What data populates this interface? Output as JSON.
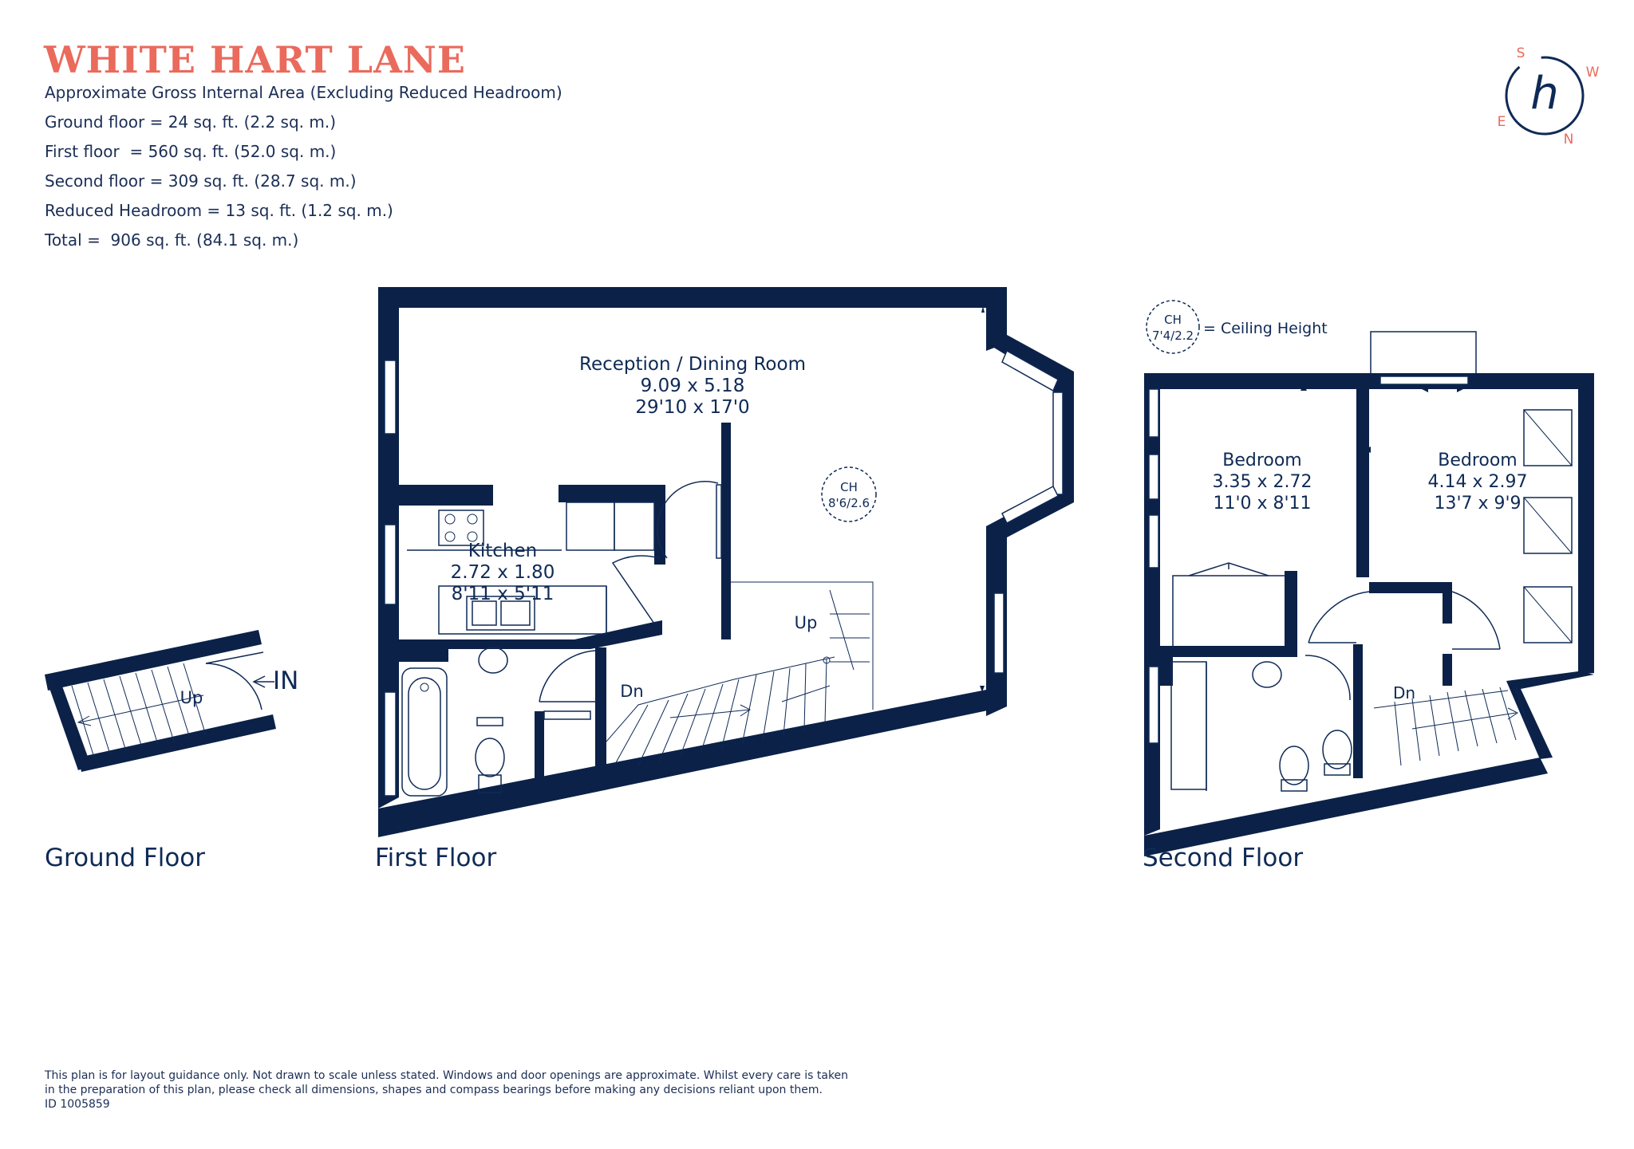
{
  "title": "WHITE HART LANE",
  "areas": [
    "Approximate Gross Internal Area (Excluding Reduced Headroom)",
    "Ground floor = 24 sq. ft. (2.2 sq. m.)",
    "First floor  = 560 sq. ft. (52.0 sq. m.)",
    "Second floor = 309 sq. ft. (28.7 sq. m.)",
    "Reduced Headroom = 13 sq. ft. (1.2 sq. m.)",
    "Total =  906 sq. ft. (84.1 sq. m.)"
  ],
  "compass": {
    "n": "N",
    "e": "E",
    "s": "S",
    "w": "W",
    "logo_letter": "h"
  },
  "legend": {
    "ch": "CH",
    "value": "7'4/2.2",
    "text": "= Ceiling Height"
  },
  "ground_floor": {
    "label": "Ground Floor",
    "entrance": "IN",
    "stairs": "Up"
  },
  "first_floor": {
    "label": "First Floor",
    "reception": {
      "name": "Reception / Dining Room",
      "metric": "9.09 x 5.18",
      "imperial": "29'10 x 17'0"
    },
    "kitchen": {
      "name": "Kitchen",
      "metric": "2.72 x 1.80",
      "imperial": "8'11 x 5'11"
    },
    "ceiling": {
      "ch": "CH",
      "value": "8'6/2.6"
    },
    "stairs_up": "Up",
    "stairs_down": "Dn"
  },
  "second_floor": {
    "label": "Second Floor",
    "bedroom1": {
      "name": "Bedroom",
      "metric": "3.35 x 2.72",
      "imperial": "11'0 x 8'11"
    },
    "bedroom2": {
      "name": "Bedroom",
      "metric": "4.14 x 2.97",
      "imperial": "13'7 x 9'9"
    },
    "stairs_down": "Dn"
  },
  "disclaimer": [
    "This plan is for layout guidance only. Not drawn to scale unless stated. Windows and door openings are approximate. Whilst every care is taken",
    "in the preparation of this plan, please check all dimensions, shapes and compass bearings before making any decisions reliant upon them.",
    "ID 1005859"
  ],
  "colors": {
    "accent": "#ea6a5c",
    "walls": "#0b2148",
    "text": "#0f2a56"
  }
}
